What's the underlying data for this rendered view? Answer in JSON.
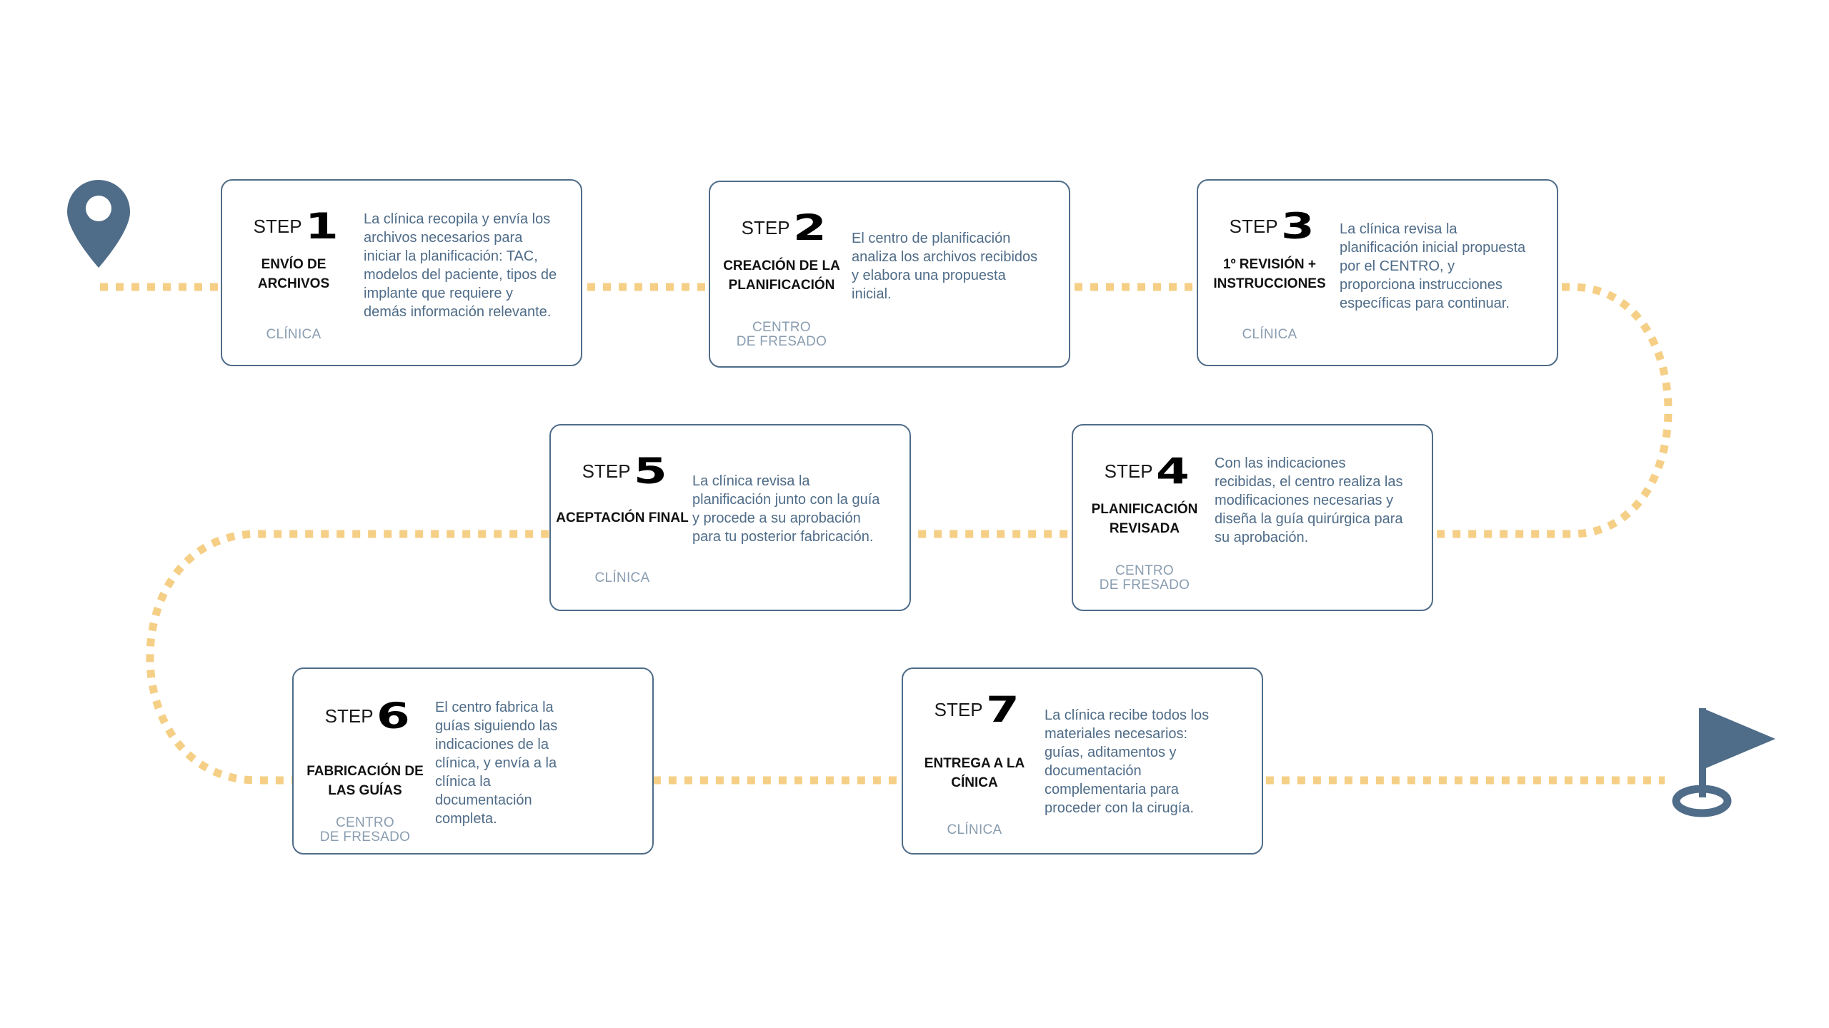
{
  "colors": {
    "path": "#f5cf86",
    "accent": "#4f6c88",
    "card_border": "#4f6c88",
    "actor": "#8a9db0"
  },
  "icons": {
    "start": "location-pin-icon",
    "end": "golf-flag-icon"
  },
  "steps": [
    {
      "word": "STEP",
      "number": "1",
      "title_lines": [
        "ENVÍO DE",
        "ARCHIVOS"
      ],
      "actor_lines": [
        "CLÍNICA"
      ],
      "description": "La clínica recopila y envía los archivos necesarios para iniciar la planificación: TAC, modelos del paciente, tipos de implante que requiere y demás información relevante."
    },
    {
      "word": "STEP",
      "number": "2",
      "title_lines": [
        "CREACIÓN DE LA",
        "PLANIFICACIÓN"
      ],
      "actor_lines": [
        "CENTRO",
        "DE FRESADO"
      ],
      "description": "El centro de planificación analiza los archivos recibidos y elabora una propuesta inicial."
    },
    {
      "word": "STEP",
      "number": "3",
      "title_lines": [
        "1º REVISIÓN +",
        "INSTRUCCIONES"
      ],
      "actor_lines": [
        "CLÍNICA"
      ],
      "description": "La clínica revisa la planificación inicial propuesta por el CENTRO, y proporciona instrucciones específicas para continuar."
    },
    {
      "word": "STEP",
      "number": "4",
      "title_lines": [
        "PLANIFICACIÓN",
        "REVISADA"
      ],
      "actor_lines": [
        "CENTRO",
        "DE FRESADO"
      ],
      "description": "Con las indicaciones recibidas, el centro realiza las modificaciones necesarias y diseña la guía quirúrgica para su aprobación."
    },
    {
      "word": "STEP",
      "number": "5",
      "title_lines": [
        "ACEPTACIÓN FINAL"
      ],
      "actor_lines": [
        "CLÍNICA"
      ],
      "description": "La clínica revisa la planificación junto con la guía y procede a su aprobación para tu posterior fabricación."
    },
    {
      "word": "STEP",
      "number": "6",
      "title_lines": [
        "FABRICACIÓN DE",
        "LAS GUÍAS"
      ],
      "actor_lines": [
        "CENTRO",
        "DE FRESADO"
      ],
      "description": "El centro fabrica la guías siguiendo las indicaciones de la clínica, y envía a la clínica la documentación completa."
    },
    {
      "word": "STEP",
      "number": "7",
      "title_lines": [
        "ENTREGA  A LA",
        "CÍNICA"
      ],
      "actor_lines": [
        "CLÍNICA"
      ],
      "description": "La clínica recibe todos los materiales necesarios: guías, aditamentos y documentación complementaria para proceder con la cirugía."
    }
  ]
}
